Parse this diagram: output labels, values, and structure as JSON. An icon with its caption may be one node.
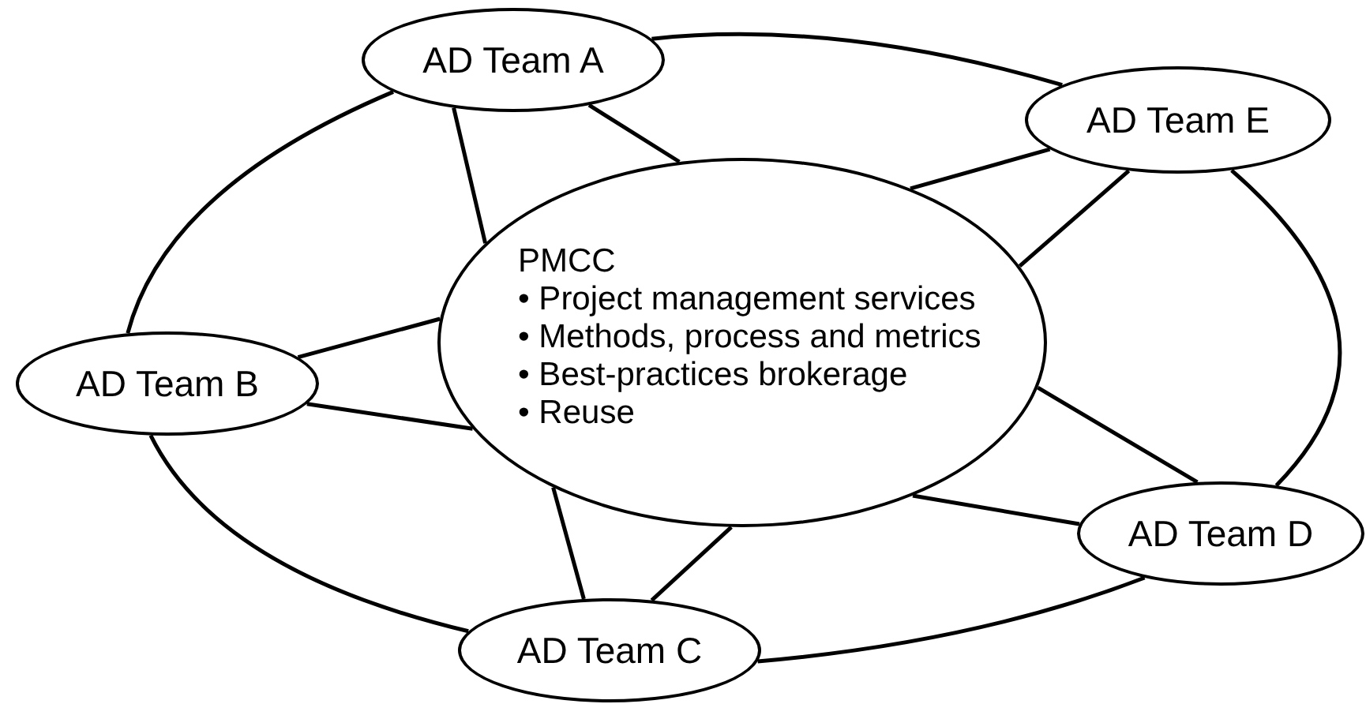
{
  "diagram": {
    "nodes": [
      {
        "text": [
          "AD Team A"
        ]
      },
      {
        "text": [
          "AD Team E"
        ]
      },
      {
        "text": [
          "PMCC",
          "• Project management services",
          "• Methods, process and metrics",
          "• Best-practices brokerage",
          "• Reuse"
        ]
      },
      {
        "text": [
          "AD Team B"
        ]
      },
      {
        "text": [
          "AD Team D"
        ]
      },
      {
        "text": [
          "AD Team C"
        ]
      }
    ],
    "edges": [
      {
        "from": 0,
        "to": 1,
        "arrow": "none"
      },
      {
        "from": 1,
        "to": 4,
        "arrow": "none"
      },
      {
        "from": 4,
        "to": 5,
        "arrow": "none"
      },
      {
        "from": 5,
        "to": 3,
        "arrow": "none"
      },
      {
        "from": 3,
        "to": 0,
        "arrow": "none"
      },
      {
        "from": 0,
        "to": 2,
        "arrow": "none"
      },
      {
        "from": 0,
        "to": 2,
        "arrow": "none"
      },
      {
        "from": 1,
        "to": 2,
        "arrow": "none"
      },
      {
        "from": 1,
        "to": 2,
        "arrow": "none"
      },
      {
        "from": 3,
        "to": 2,
        "arrow": "none"
      },
      {
        "from": 3,
        "to": 2,
        "arrow": "none"
      },
      {
        "from": 4,
        "to": 2,
        "arrow": "none"
      },
      {
        "from": 4,
        "to": 2,
        "arrow": "none"
      },
      {
        "from": 5,
        "to": 2,
        "arrow": "none"
      },
      {
        "from": 5,
        "to": 2,
        "arrow": "none"
      }
    ]
  }
}
